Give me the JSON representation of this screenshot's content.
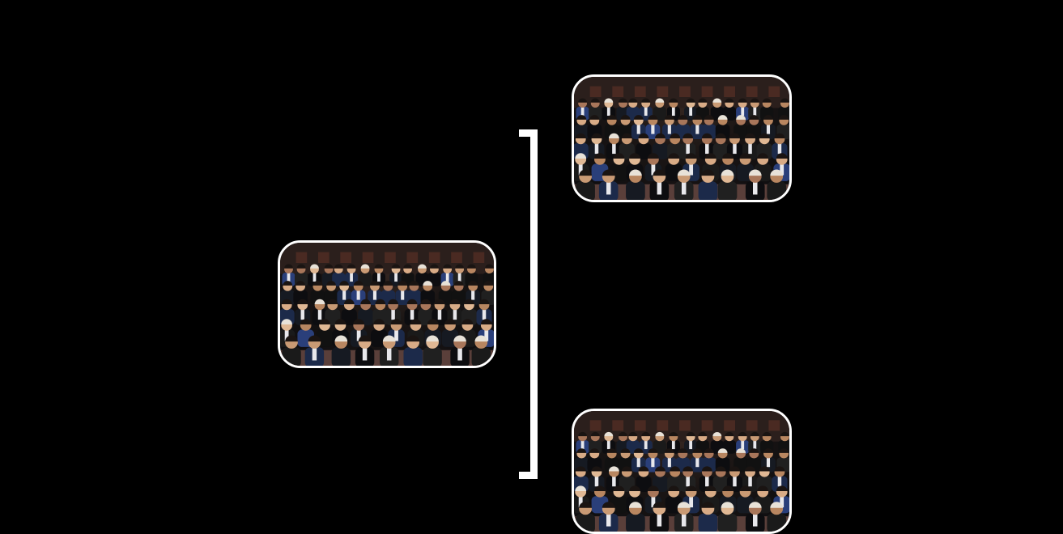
{
  "title": "",
  "root": {
    "caption": ""
  },
  "branches": {
    "top": {
      "label": "",
      "caption": ""
    },
    "middle": {
      "label": ""
    },
    "bottom": {
      "label": "",
      "caption": ""
    }
  },
  "colors": {
    "background": "#000000",
    "text": "#ffffff",
    "connector": "#ffffff",
    "photo_border": "#ffffff"
  },
  "images": {
    "root_photo": "group-photo",
    "top_photo": "group-photo",
    "bottom_photo": "group-photo"
  }
}
